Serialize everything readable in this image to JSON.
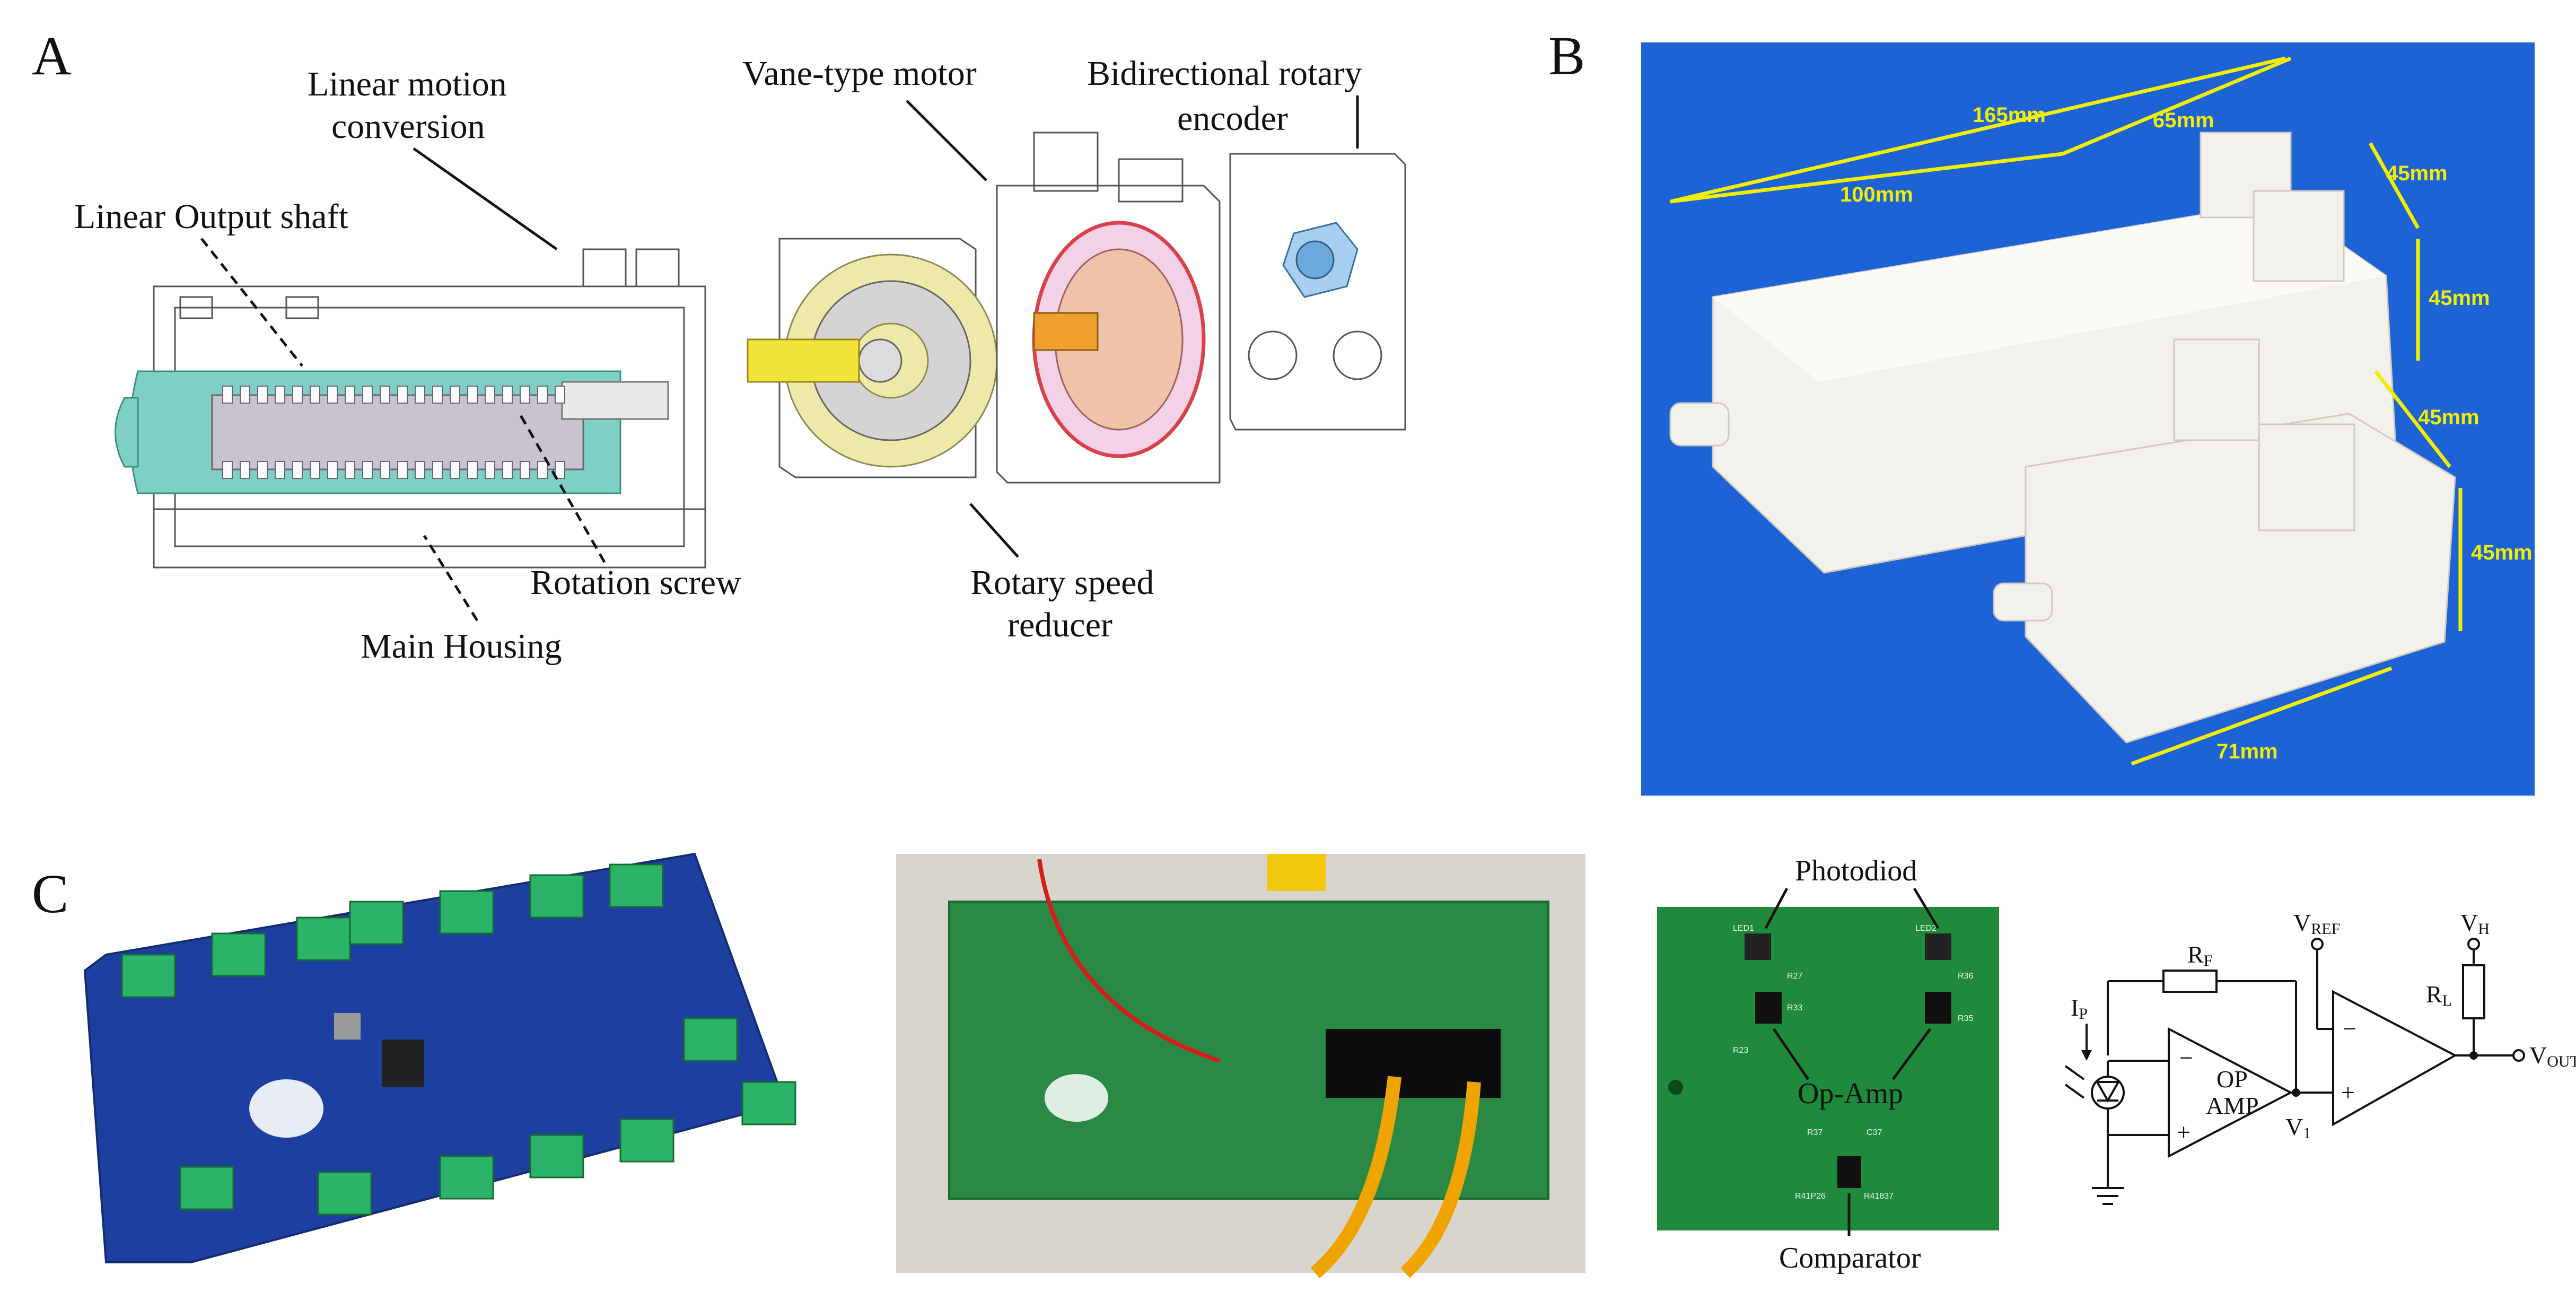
{
  "panels": {
    "a": "A",
    "b": "B",
    "c": "C"
  },
  "panel_a": {
    "linear_motion_conversion": [
      "Linear motion",
      "conversion"
    ],
    "linear_output_shaft": "Linear Output  shaft",
    "rotation_screw": "Rotation screw",
    "main_housing": "Main Housing",
    "vane_type_motor": "Vane-type motor",
    "bidirectional_rotary_encoder": [
      "Bidirectional rotary",
      "encoder"
    ],
    "rotary_speed_reducer": [
      "Rotary speed",
      "reducer"
    ]
  },
  "panel_b": {
    "dimensions": {
      "total_length": "165mm",
      "part1": "100mm",
      "part2": "65mm",
      "large_width": "45mm",
      "large_height": "45mm",
      "small_width": "45mm",
      "small_height": "45mm",
      "small_length": "71mm"
    }
  },
  "panel_c": {
    "photodiod": "Photodiod",
    "op_amp": "Op-Amp",
    "comparator": "Comparator",
    "schematic": {
      "rf": "R",
      "rf_sub": "F",
      "ip": "I",
      "ip_sub": "P",
      "op_amp_line1": "OP",
      "op_amp_line2": "AMP",
      "v1": "V",
      "v1_sub": "1",
      "vref": "V",
      "vref_sub": "REF",
      "vh": "V",
      "vh_sub": "H",
      "rl": "R",
      "rl_sub": "L",
      "vout": "V",
      "vout_sub": "OUT",
      "minus": "−",
      "plus": "+"
    },
    "pcb_silk": {
      "led1": "LED1",
      "led2": "LED2",
      "r27": "R27",
      "r33": "R33",
      "r23": "R23",
      "r36": "R36",
      "r35": "R35",
      "r37": "R37",
      "c37": "C37",
      "r41p26": "R41P26",
      "r41837": "R41837"
    }
  },
  "colors": {
    "photo_blue": "#1d63d6",
    "pcb_green": "#1f8a3c",
    "render_blue": "#1d3fa0",
    "terminal_green": "#2bb36a",
    "dimension_yellow": "#f2ee00"
  }
}
